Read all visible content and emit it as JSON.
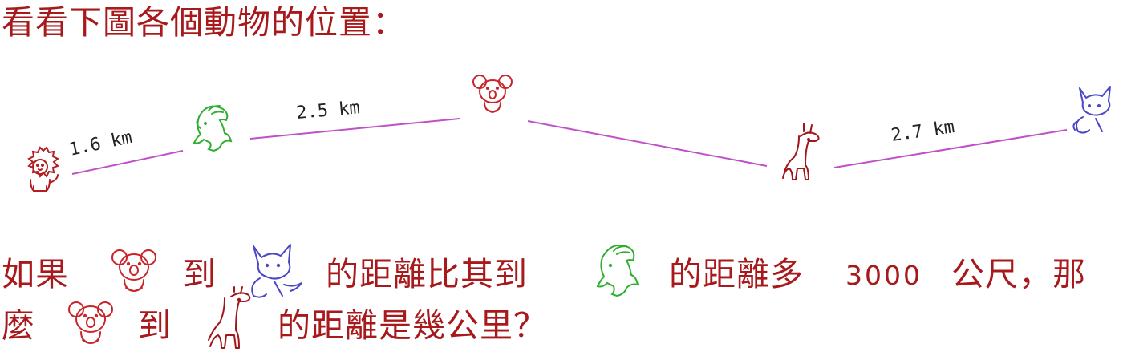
{
  "title": "看看下圖各個動物的位置：",
  "diagram": {
    "line_color": "#c050c8",
    "animals": [
      {
        "name": "lion-icon",
        "color": "#b21e22"
      },
      {
        "name": "horse-icon",
        "color": "#2fae2f"
      },
      {
        "name": "koala-icon",
        "color": "#c8242a"
      },
      {
        "name": "giraffe-icon",
        "color": "#a0161a"
      },
      {
        "name": "fox-icon",
        "color": "#4a46c8"
      }
    ],
    "distances": [
      "1.6 km",
      "2.5 km",
      "2.7 km"
    ]
  },
  "question": {
    "line1": {
      "p1": "如果",
      "p2": "到",
      "p3": "的距離比其到",
      "p4": "的距離多",
      "p5": "3000",
      "p6": "公尺，那"
    },
    "line2": {
      "p1": "麼",
      "p2": "到",
      "p3": "的距離是幾公里？"
    }
  }
}
